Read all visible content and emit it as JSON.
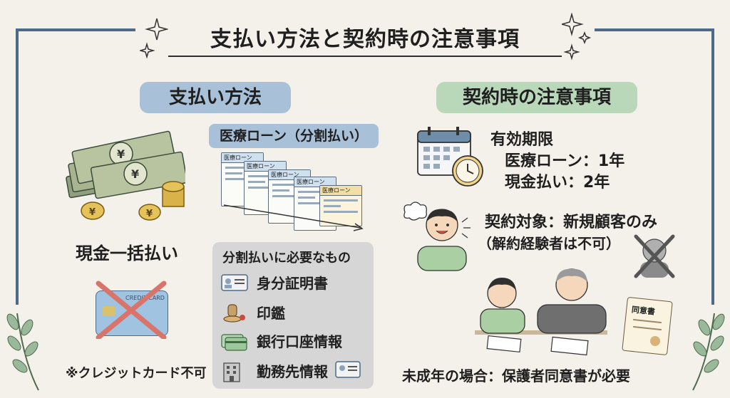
{
  "title": "支払い方法と契約時の注意事項",
  "colors": {
    "frame": "#4d6a88",
    "pill_blue": "#a9c1d8",
    "pill_green": "#b9d8b9",
    "box_gray": "#d6d6d6"
  },
  "payment": {
    "heading": "支払い方法",
    "cash_label": "現金一括払い",
    "loan_heading": "医療ローン（分割払い）",
    "doc_label": "医療ローン",
    "card_note": "※クレジットカード不可",
    "card_text": "CREDIT CARD",
    "requirements": {
      "title": "分割払いに必要なもの",
      "items": [
        {
          "label": "身分証明書",
          "icon": "id-card-icon"
        },
        {
          "label": "印鑑",
          "icon": "seal-stamp-icon"
        },
        {
          "label": "銀行口座情報",
          "icon": "bank-card-icon"
        },
        {
          "label": "勤務先情報",
          "icon": "office-building-icon"
        }
      ]
    }
  },
  "notes": {
    "heading": "契約時の注意事項",
    "validity_title": "有効期限",
    "validity_loan": "医療ローン：1年",
    "validity_cash": "現金払い：2年",
    "target_line": "契約対象：新規顧客のみ",
    "target_sub": "（解約経験者は不可）",
    "minor_line": "未成年の場合：保護者同意書が必要",
    "consent_doc": "同意書"
  }
}
